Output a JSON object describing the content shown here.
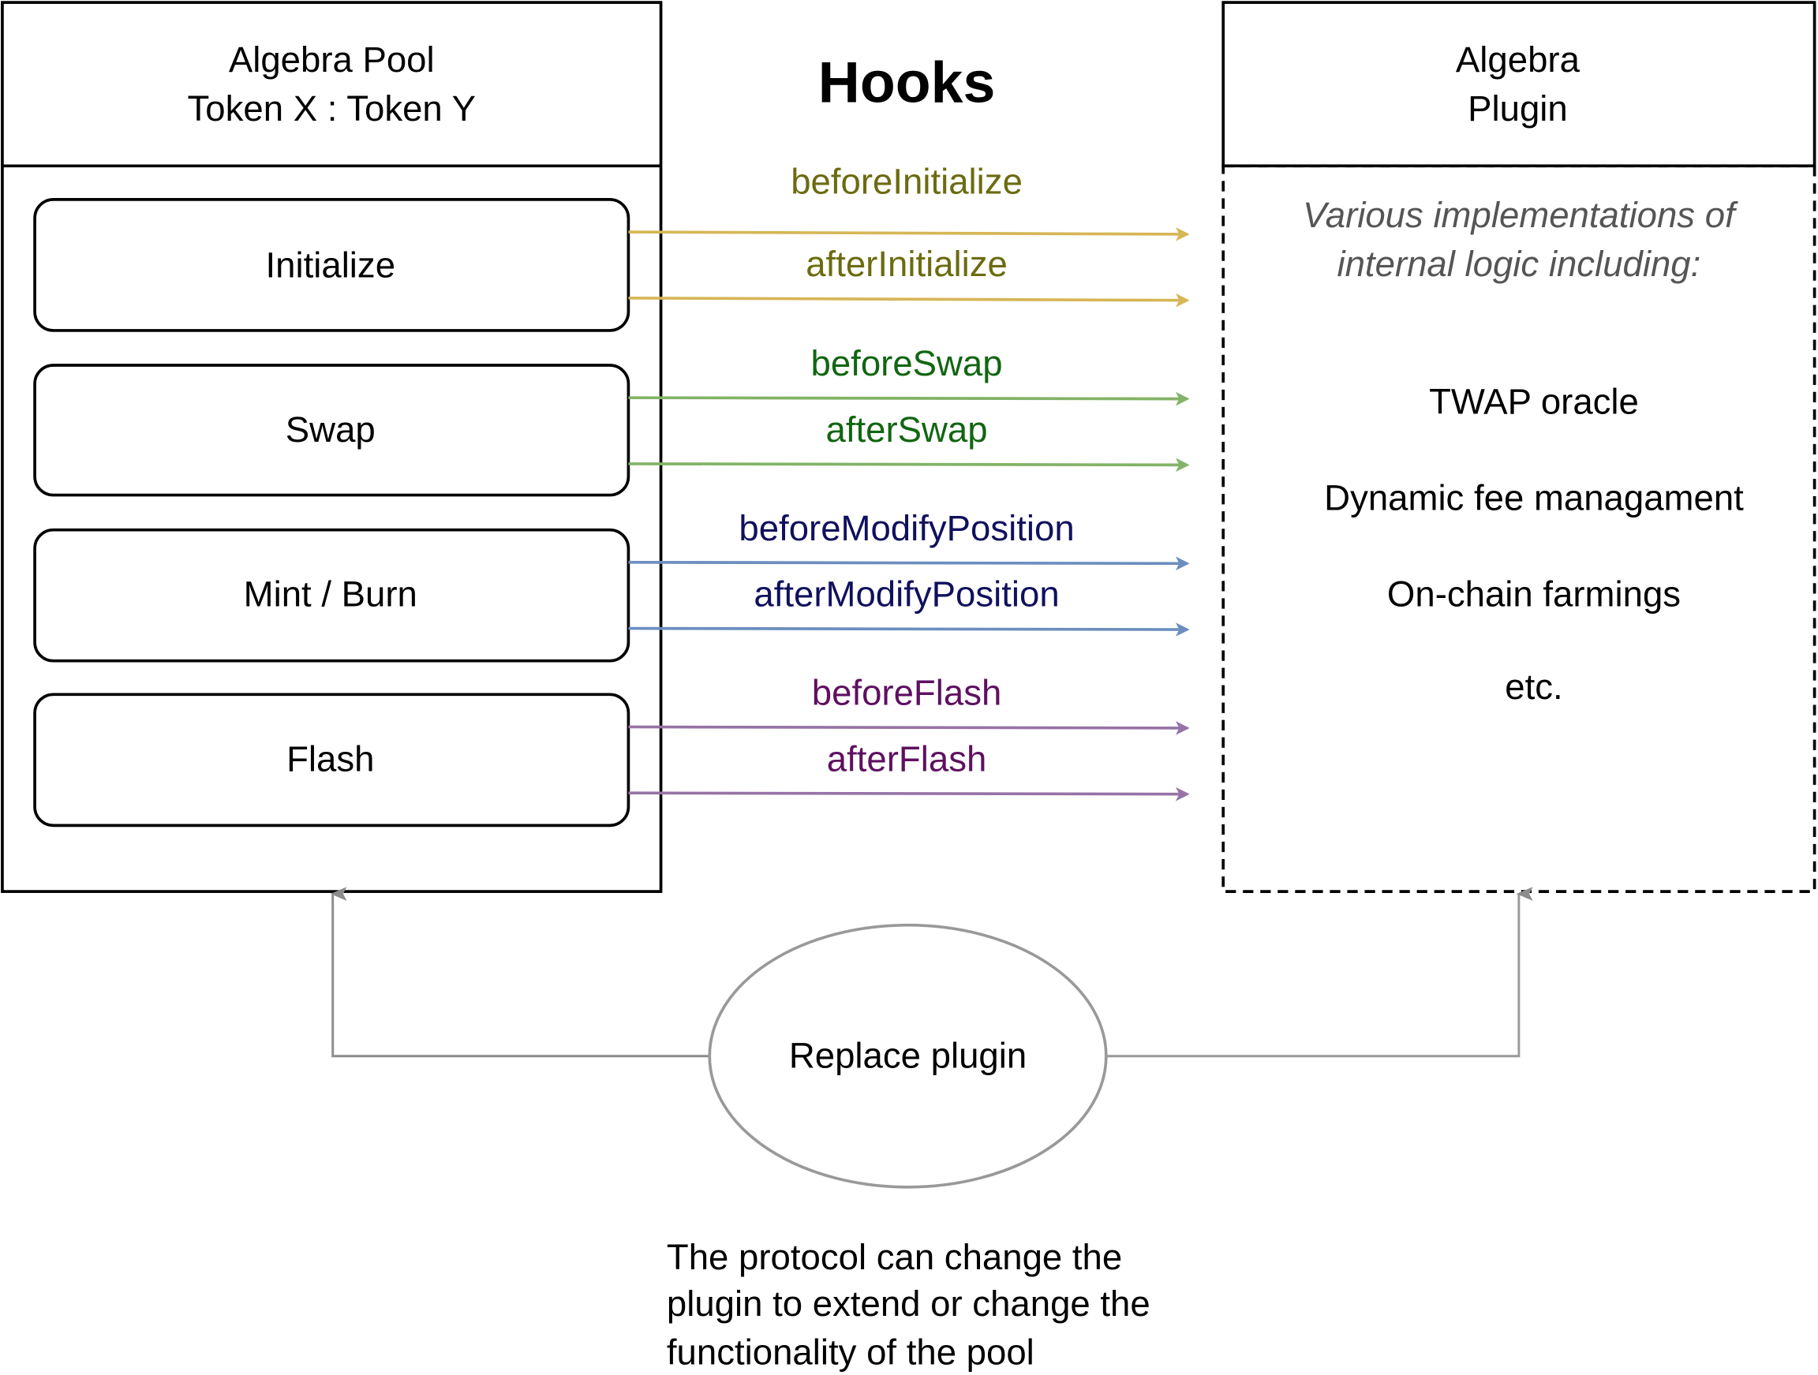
{
  "pool": {
    "title_line1": "Algebra Pool",
    "title_line2": "Token X : Token Y",
    "operations": [
      {
        "label": "Initialize"
      },
      {
        "label": "Swap"
      },
      {
        "label": "Mint / Burn"
      },
      {
        "label": "Flash"
      }
    ]
  },
  "hooks": {
    "title": "Hooks",
    "items": [
      {
        "label": "beforeInitialize",
        "text_color": "#6b6b10",
        "line_color": "#d6b656"
      },
      {
        "label": "afterInitialize",
        "text_color": "#6b6b10",
        "line_color": "#d6b656"
      },
      {
        "label": "beforeSwap",
        "text_color": "#116611",
        "line_color": "#82b366"
      },
      {
        "label": "afterSwap",
        "text_color": "#116611",
        "line_color": "#82b366"
      },
      {
        "label": "beforeModifyPosition",
        "text_color": "#10105e",
        "line_color": "#6c8ebf"
      },
      {
        "label": "afterModifyPosition",
        "text_color": "#10105e",
        "line_color": "#6c8ebf"
      },
      {
        "label": "beforeFlash",
        "text_color": "#5e1060",
        "line_color": "#9673a6"
      },
      {
        "label": "afterFlash",
        "text_color": "#5e1060",
        "line_color": "#9673a6"
      }
    ]
  },
  "plugin": {
    "title_line1": "Algebra",
    "title_line2": "Plugin",
    "description_line1": "Various implementations of",
    "description_line2": "internal logic including:",
    "items": [
      "TWAP oracle",
      "Dynamic fee managament",
      "On-chain farmings",
      "etc."
    ]
  },
  "replace": {
    "label": "Replace plugin",
    "connector_color": "#999999"
  },
  "note": {
    "lines": [
      "The protocol can change the",
      "plugin to extend or change the",
      "functionality of the pool"
    ]
  }
}
